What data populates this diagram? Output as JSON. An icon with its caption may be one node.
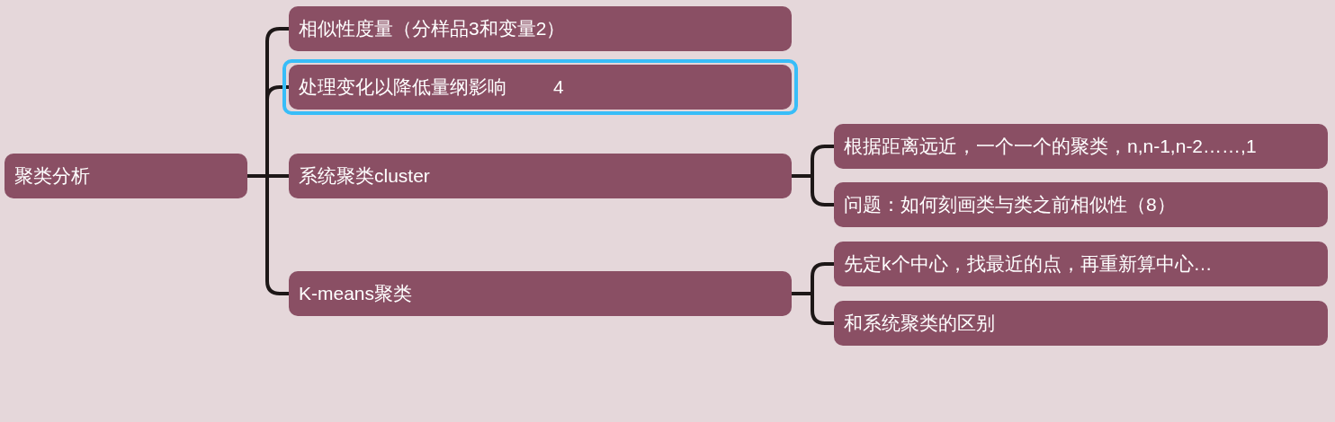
{
  "diagram": {
    "nodes": [
      {
        "text": [
          "聚类分析"
        ]
      },
      {
        "text": [
          "相似性度量（分样品3和变量2）"
        ]
      },
      {
        "text": [
          "处理变化以降低量纲影响",
          "4"
        ]
      },
      {
        "text": [
          "系统聚类cluster"
        ]
      },
      {
        "text": [
          "K-means聚类"
        ]
      },
      {
        "text": [
          "根据距离远近，一个一个的聚类，n,n-1,n-2……,1"
        ]
      },
      {
        "text": [
          "问题：如何刻画类与类之前相似性（8）"
        ]
      },
      {
        "text": [
          "先定k个中心，找最近的点，再重新算中心…"
        ]
      },
      {
        "text": [
          "和系统聚类的区别"
        ]
      }
    ],
    "edges": [
      {
        "from": 0,
        "to": 1,
        "arrow": "none"
      },
      {
        "from": 0,
        "to": 2,
        "arrow": "none"
      },
      {
        "from": 0,
        "to": 3,
        "arrow": "none"
      },
      {
        "from": 0,
        "to": 4,
        "arrow": "none"
      },
      {
        "from": 3,
        "to": 5,
        "arrow": "none"
      },
      {
        "from": 3,
        "to": 6,
        "arrow": "none"
      },
      {
        "from": 4,
        "to": 7,
        "arrow": "none"
      },
      {
        "from": 4,
        "to": 8,
        "arrow": "none"
      }
    ]
  }
}
